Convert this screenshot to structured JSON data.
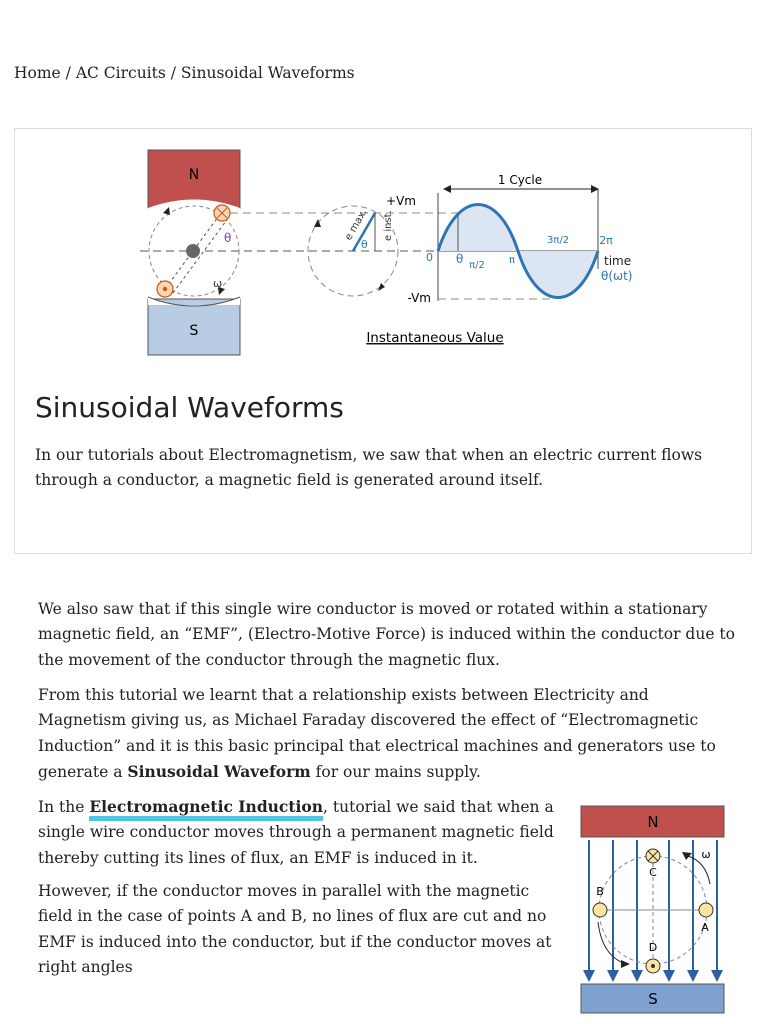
{
  "breadcrumb": {
    "home": "Home",
    "sep1": " / ",
    "section": "AC Circuits",
    "sep2": " / ",
    "current": "Sinusoidal Waveforms"
  },
  "hero_figure": {
    "north": "N",
    "south": "S",
    "theta": "θ",
    "omega": "ω",
    "e_max": "e max.",
    "e_inst": "e inst.",
    "plus_vm": "+Vm",
    "minus_vm": "-Vm",
    "zero": "0",
    "cycle": "1 Cycle",
    "pi_half": "π/2",
    "pi": "π",
    "three_pi_half": "3π/2",
    "two_pi": "2π",
    "time": "time",
    "theta_wt": "θ(ωt)",
    "caption": "Instantaneous Value",
    "colors": {
      "north": "#c0504d",
      "south": "#b8cce4",
      "wave": "#2e75b6"
    }
  },
  "article": {
    "title": "Sinusoidal Waveforms",
    "intro": "In our tutorials about Electromagnetism, we saw that when an electric current flows through a conductor, a magnetic field is generated around itself.",
    "p1": "We also saw that if this single wire conductor is moved or rotated within a stationary magnetic field, an “EMF”, (Electro-Motive Force) is induced within the conductor due to the movement of the conductor through the magnetic flux.",
    "p2_start": "From this tutorial we learnt that a relationship exists between Electricity and Magnetism giving us, as Michael Faraday discovered the effect of “Electromagnetic Induction” and it is this basic principal that electrical machines and generators use to generate a ",
    "p2_bold": "Sinusoidal Waveform",
    "p2_end": " for our mains supply.",
    "p3_start": "In the ",
    "p3_link": "Electromagnetic Induction",
    "p3_end": ", tutorial we said that when a single wire conductor moves through a permanent magnetic field thereby cutting its lines of flux, an EMF is induced in it.",
    "p4": "However, if the conductor moves in parallel with the magnetic field in the case of points A and B, no lines of flux are cut and no EMF is induced into the conductor, but if the conductor moves at right angles"
  },
  "side_figure": {
    "north": "N",
    "south": "S",
    "a": "A",
    "b": "B",
    "c": "C",
    "d": "D",
    "omega": "ω"
  }
}
